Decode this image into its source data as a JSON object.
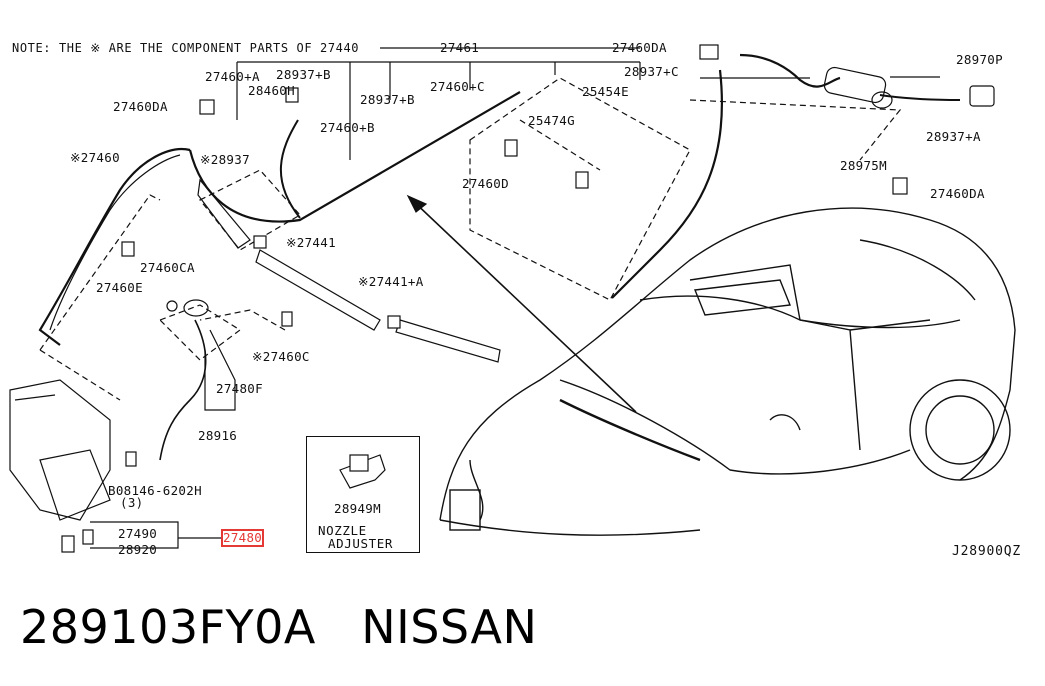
{
  "note": "NOTE: THE ※ ARE THE COMPONENT PARTS OF 27440",
  "labels": {
    "p27461": "27461",
    "p27460DA_top": "27460DA",
    "p28970P": "28970P",
    "p27460A": "27460+A",
    "p28937B_top": "28937+B",
    "p28937C": "28937+C",
    "p28460H": "28460H",
    "p27460C": "27460+C",
    "p25454E": "25454E",
    "p27460DA_left": "27460DA",
    "p28937B_mid": "28937+B",
    "p27460B": "27460+B",
    "p25474G": "25474G",
    "p28937A": "28937+A",
    "s27460": "※27460",
    "s28937": "※28937",
    "p27460D": "27460D",
    "p28975M": "28975M",
    "p27460DA_right": "27460DA",
    "s27441": "※27441",
    "p27460CA": "27460CA",
    "p27460E": "27460E",
    "s27441A": "※27441+A",
    "s27460C": "※27460C",
    "p27480F": "27480F",
    "p28916": "28916",
    "p08146": "B08146-6202H",
    "p08146_qty": "(3)",
    "p27490": "27490",
    "p27480": "27480",
    "p28920": "28920",
    "p28949M": "28949M"
  },
  "nozzle": {
    "line1": "NOZZLE",
    "line2": "ADJUSTER"
  },
  "diagram_code": "J28900QZ",
  "caption": "289103FY0A   NISSAN",
  "colors": {
    "highlight": "#e53935",
    "ink": "#111111"
  }
}
